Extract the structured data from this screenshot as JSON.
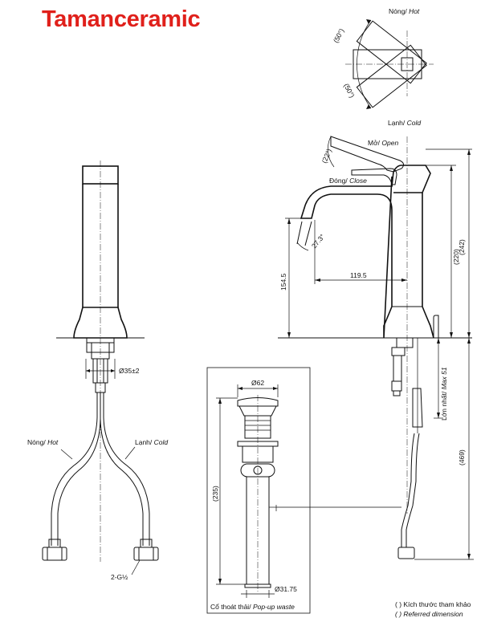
{
  "brand": {
    "name": "Tamanceramic",
    "color": "#e0201b"
  },
  "top_view": {
    "hot_label": "Nóng/",
    "hot_label_en": "Hot",
    "cold_label": "Lạnh/",
    "cold_label_en": "Cold",
    "angle_hot": "(50°)",
    "angle_cold": "(50°)"
  },
  "side_view": {
    "open_label": "Mở/",
    "open_label_en": "Open",
    "close_label": "Đóng/",
    "close_label_en": "Close",
    "lever_angle": "(22°)",
    "spout_angle": "27.3°",
    "reach": "119.5",
    "spout_height": "154.5",
    "height_220": "(220)",
    "height_242": "(242)",
    "max_thickness": "Lớn nhất/",
    "max_thickness_en": "Max 51",
    "height_469": "(469)"
  },
  "front_view": {
    "hole_dia": "Ø35±2",
    "hot_label": "Nóng/",
    "hot_label_en": "Hot",
    "cold_label": "Lạnh/",
    "cold_label_en": "Cold",
    "thread": "2-G½"
  },
  "waste": {
    "top_dia": "Ø62",
    "length": "(235)",
    "bottom_dia": "Ø31.75",
    "caption": "Cổ thoát thải/",
    "caption_en": "Pop-up waste"
  },
  "legend": {
    "line1": "( ) Kích thước tham khảo",
    "line2": "( ) Referred dimension"
  }
}
